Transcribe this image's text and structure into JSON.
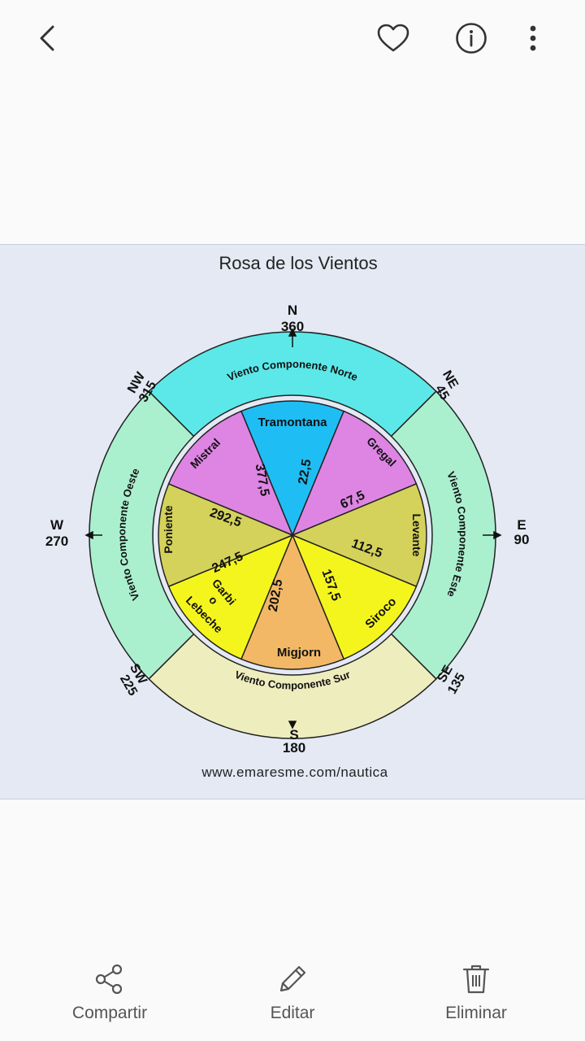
{
  "app_bar": {
    "back_icon": "chevron-left-icon",
    "favorite_icon": "heart-outline-icon",
    "info_icon": "info-circle-icon",
    "more_icon": "more-vertical-icon"
  },
  "image": {
    "title": "Rosa de los Vientos",
    "footer_url": "www.emaresme.com/nautica",
    "cardinals": {
      "n_letter": "N",
      "n_deg": "360",
      "e_letter": "E",
      "e_deg": "90",
      "s_letter": "S",
      "s_deg": "180",
      "w_letter": "W",
      "w_deg": "270",
      "ne_letter": "NE",
      "ne_deg": "45",
      "se_letter": "SE",
      "se_deg": "135",
      "sw_letter": "SW",
      "sw_deg": "225",
      "nw_letter": "NW",
      "nw_deg": "315"
    },
    "components": {
      "north": "Viento Componente Norte",
      "east": "Viento Componente Este",
      "south": "Viento Componente Sur",
      "west": "Viento Componente Oeste"
    },
    "winds": {
      "tramontana": "Tramontana",
      "gregal": "Gregal",
      "levante": "Levante",
      "siroco": "Siroco",
      "migjorn": "Migjorn",
      "garbi": "Garbi",
      "garbi_o": "o",
      "lebeche": "Lebeche",
      "poniente": "Poniente",
      "mistral": "Mistral"
    },
    "degrees": {
      "d225": "22,5",
      "d675": "67,5",
      "d1125": "112,5",
      "d1575": "157,5",
      "d2025": "202,5",
      "d2475": "247,5",
      "d2925": "292,5",
      "d3375": "377,5"
    },
    "colors": {
      "north": "#5ce8e8",
      "east": "#aaf0cf",
      "south": "#eeedbe",
      "west": "#aaf0cf",
      "tramontana": "#1ebef5",
      "gregal": "#de85e4",
      "mistral": "#de85e4",
      "levante": "#d4d25a",
      "poniente": "#d4d25a",
      "siroco": "#f5f51e",
      "garbi": "#f5f51e",
      "migjorn": "#f3b866"
    }
  },
  "bottom_bar": {
    "share_label": "Compartir",
    "share_icon": "share-icon",
    "edit_label": "Editar",
    "edit_icon": "pencil-icon",
    "delete_label": "Eliminar",
    "delete_icon": "trash-icon"
  }
}
